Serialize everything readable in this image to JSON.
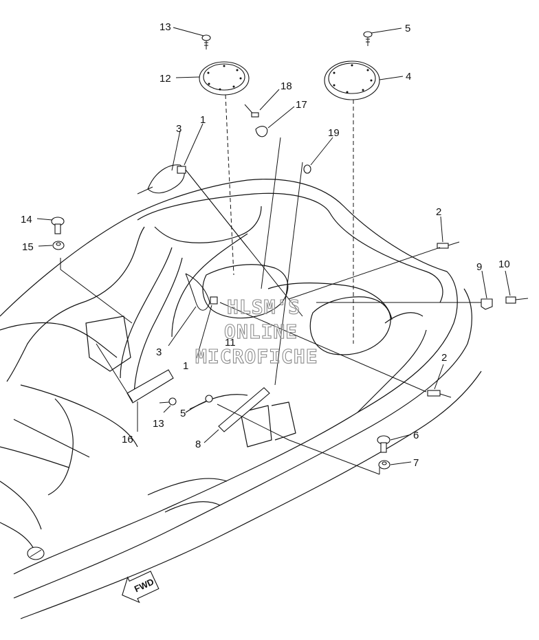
{
  "callouts": [
    {
      "label": "13"
    },
    {
      "label": "12"
    },
    {
      "label": "5"
    },
    {
      "label": "4"
    },
    {
      "label": "18"
    },
    {
      "label": "17"
    },
    {
      "label": "3"
    },
    {
      "label": "1"
    },
    {
      "label": "19"
    },
    {
      "label": "14"
    },
    {
      "label": "15"
    },
    {
      "label": "2"
    },
    {
      "label": "9"
    },
    {
      "label": "10"
    },
    {
      "label": "3"
    },
    {
      "label": "11"
    },
    {
      "label": "1"
    },
    {
      "label": "2"
    },
    {
      "label": "5"
    },
    {
      "label": "16"
    },
    {
      "label": "13"
    },
    {
      "label": "8"
    },
    {
      "label": "6"
    },
    {
      "label": "7"
    }
  ],
  "watermark": {
    "line1": "HLSM'S",
    "line2": "ONLINE",
    "line3": "MICROFICHE"
  },
  "direction_arrow": {
    "label": "FWD",
    "icon": "forward-arrow-icon"
  },
  "colors": {
    "line": "#111111",
    "background": "#ffffff",
    "watermark_outline": "#8a8a8a"
  }
}
